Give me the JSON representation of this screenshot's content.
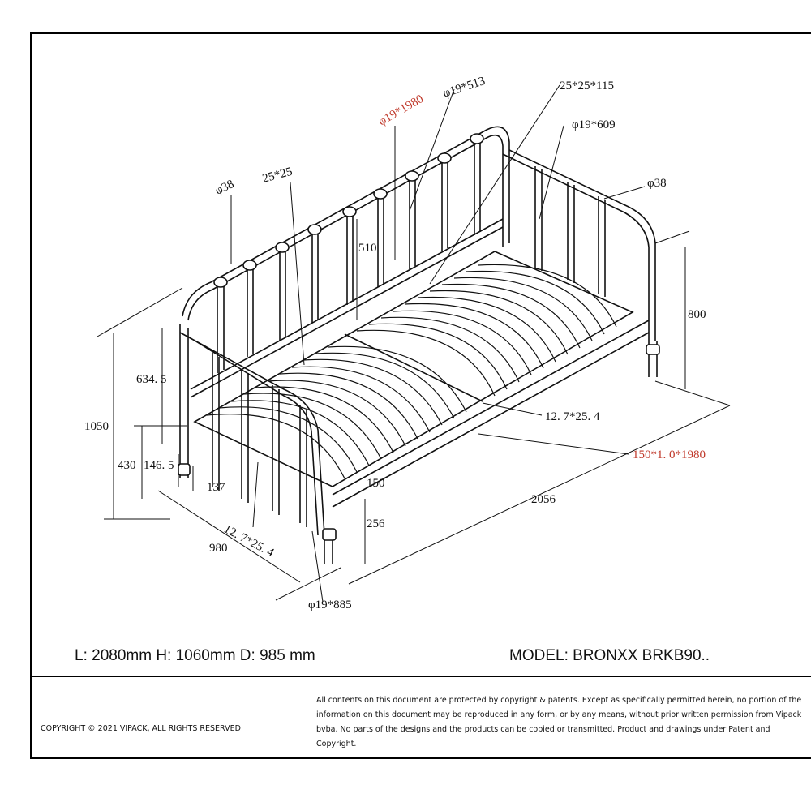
{
  "drawing": {
    "labels": {
      "top_red": "φ19*1980",
      "top_513": "φ19*513",
      "box_115": "25*25*115",
      "rail_609": "φ19*609",
      "right_38": "φ38",
      "left_38": "φ38",
      "slat_2525": "25*25",
      "h_510": "510",
      "h_800": "800",
      "h_6345": "634. 5",
      "h_1050": "1050",
      "h_430": "430",
      "h_1465": "146. 5",
      "h_137": "137",
      "h_150": "150",
      "h_256": "256",
      "slat_1": "12. 7*25. 4",
      "slat_2": "12. 7*25. 4",
      "d_980": "980",
      "d_2056": "2056",
      "side_red": "150*1. 0*1980",
      "leg_885": "φ19*885"
    }
  },
  "footer": {
    "dimensions": "L: 2080mm H: 1060mm D: 985 mm",
    "model": "MODEL: BRONXX BRKB90..",
    "copyright": "COPYRIGHT  © 2021 VIPACK, ALL RIGHTS RESERVED",
    "legal": "All contents on this document are protected by copyright & patents. Except as specifically permitted herein, no portion of the information on this document may be reproduced in any form, or by any means, without prior written permission from Vipack bvba. No parts of the designs and the products can be copied or transmitted. Product and drawings under Patent and Copyright."
  },
  "colors": {
    "accent_red": "#c0392b",
    "line": "#111111"
  }
}
